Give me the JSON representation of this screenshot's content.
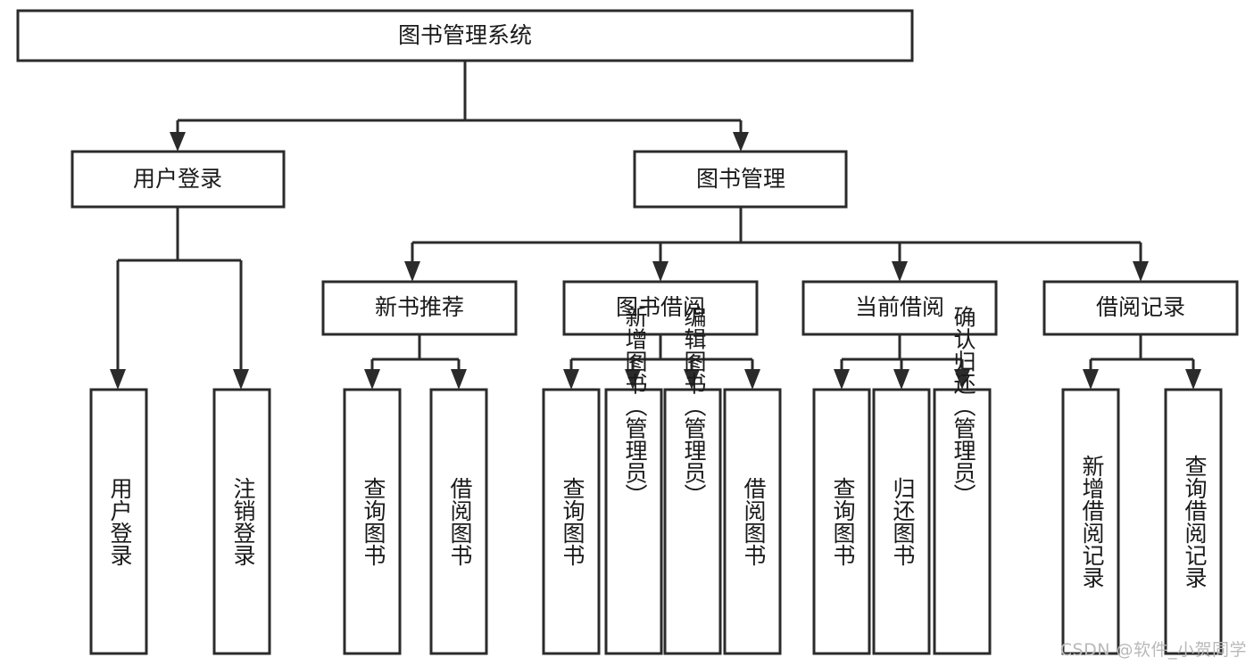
{
  "diagram": {
    "title": "图书管理系统",
    "type": "tree-hierarchy-diagram",
    "watermark": "CSDN @软件_小贺同学",
    "colors": {
      "stroke": "#2b2b2b",
      "fill": "#ffffff",
      "text": "#1a1a1a",
      "watermark": "#b9b9b9"
    },
    "nodes": {
      "root": {
        "label": "图书管理系统",
        "orientation": "horizontal"
      },
      "level2": [
        {
          "id": "user-login",
          "label": "用户登录",
          "orientation": "horizontal"
        },
        {
          "id": "book-management",
          "label": "图书管理",
          "orientation": "horizontal"
        }
      ],
      "level3": [
        {
          "id": "new-book-recommend",
          "label": "新书推荐",
          "orientation": "horizontal"
        },
        {
          "id": "book-borrow",
          "label": "图书借阅",
          "orientation": "horizontal"
        },
        {
          "id": "current-borrow",
          "label": "当前借阅",
          "orientation": "horizontal"
        },
        {
          "id": "borrow-record",
          "label": "借阅记录",
          "orientation": "horizontal"
        }
      ],
      "leaves": {
        "user-login": [
          {
            "id": "leaf-user-login",
            "label": "用户登录",
            "orientation": "vertical"
          },
          {
            "id": "leaf-logout",
            "label": "注销登录",
            "orientation": "vertical"
          }
        ],
        "new-book-recommend": [
          {
            "id": "leaf-query-book-1",
            "label": "查询图书",
            "orientation": "vertical"
          },
          {
            "id": "leaf-borrow-book-1",
            "label": "借阅图书",
            "orientation": "vertical"
          }
        ],
        "book-borrow": [
          {
            "id": "leaf-query-book-2",
            "label": "查询图书",
            "orientation": "vertical"
          },
          {
            "id": "leaf-add-book",
            "label": "新增图书（管理员）",
            "orientation": "vertical"
          },
          {
            "id": "leaf-edit-book",
            "label": "编辑图书（管理员）",
            "orientation": "vertical"
          },
          {
            "id": "leaf-borrow-book-2",
            "label": "借阅图书",
            "orientation": "vertical"
          }
        ],
        "current-borrow": [
          {
            "id": "leaf-query-book-3",
            "label": "查询图书",
            "orientation": "vertical"
          },
          {
            "id": "leaf-return-book",
            "label": "归还图书",
            "orientation": "vertical"
          },
          {
            "id": "leaf-confirm-return",
            "label": "确认归还（管理员）",
            "orientation": "vertical"
          }
        ],
        "borrow-record": [
          {
            "id": "leaf-add-record",
            "label": "新增借阅记录",
            "orientation": "vertical"
          },
          {
            "id": "leaf-query-record",
            "label": "查询借阅记录",
            "orientation": "vertical"
          }
        ]
      }
    }
  }
}
